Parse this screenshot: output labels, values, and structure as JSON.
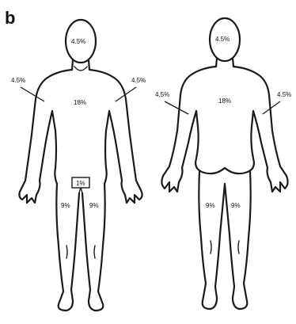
{
  "panel_label": "b",
  "front": {
    "head": "4.5%",
    "left_arm": "4.5%",
    "right_arm": "4.5%",
    "trunk": "18%",
    "genital": "1%",
    "left_leg": "9%",
    "right_leg": "9%"
  },
  "back": {
    "head": "4.5%",
    "left_arm": "4.5%",
    "right_arm": "4.5%",
    "trunk": "18%",
    "left_leg": "9%",
    "right_leg": "9%"
  }
}
